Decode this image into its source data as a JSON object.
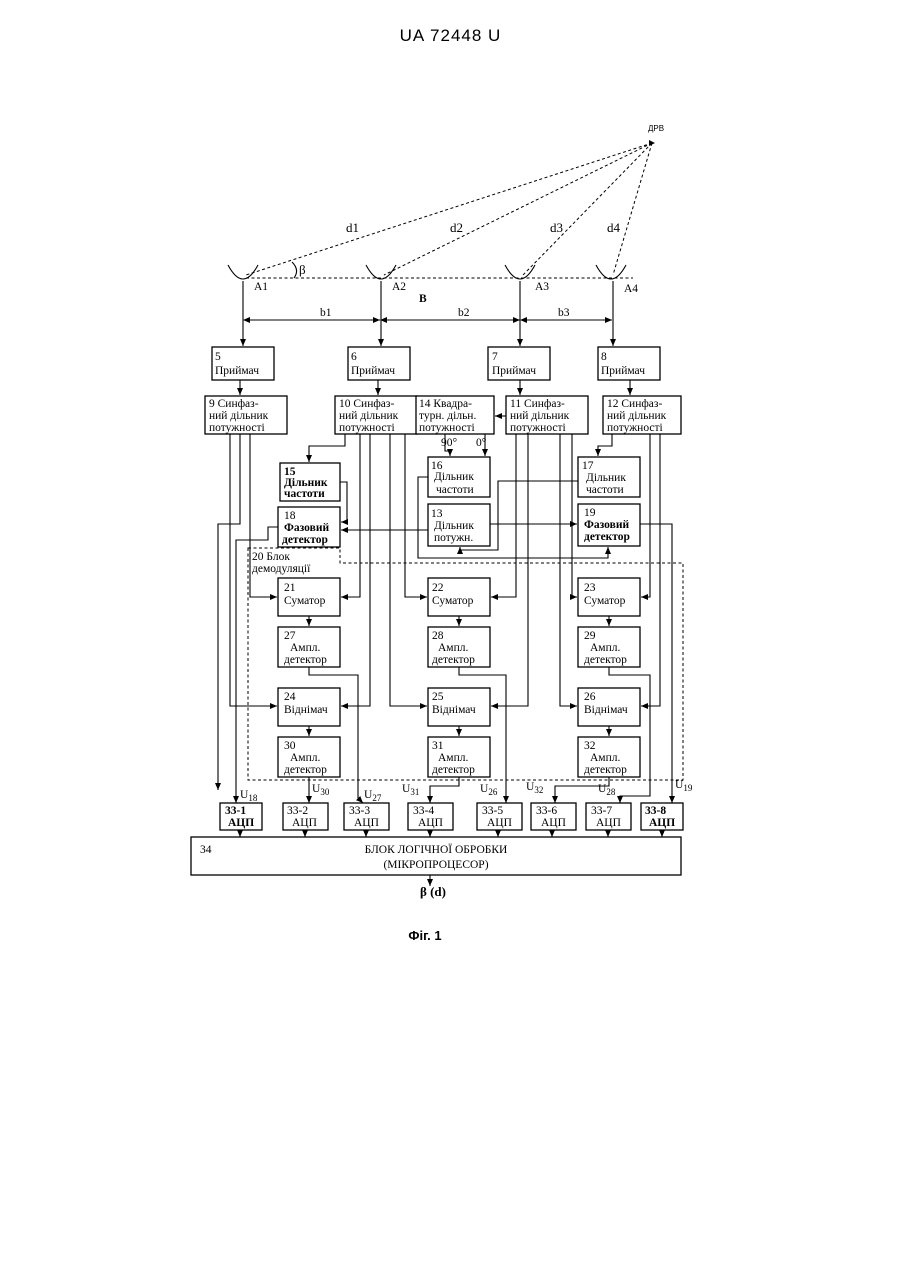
{
  "header": "UA   72448   U",
  "caption": "Фіг. 1",
  "source": "ДРВ",
  "distances": [
    "d1",
    "d2",
    "d3",
    "d4"
  ],
  "angle": "β",
  "antennas": [
    "A1",
    "A2",
    "A3",
    "A4"
  ],
  "base": "B",
  "bases": [
    "b1",
    "b2",
    "b3"
  ],
  "receivers": [
    {
      "num": "5",
      "label": "Приймач"
    },
    {
      "num": "6",
      "label": "Приймач"
    },
    {
      "num": "7",
      "label": "Приймач"
    },
    {
      "num": "8",
      "label": "Приймач"
    }
  ],
  "dividers": [
    {
      "l1": "9  Синфаз-",
      "l2": "ний дільник",
      "l3": "потужності"
    },
    {
      "l1": "10  Синфаз-",
      "l2": "ний дільник",
      "l3": "потужності"
    },
    {
      "l1": "11  Синфаз-",
      "l2": "ний дільник",
      "l3": "потужності"
    },
    {
      "l1": "12  Синфаз-",
      "l2": "ний дільник",
      "l3": "потужності"
    }
  ],
  "quad": {
    "l1": "14 Квадра-",
    "l2": "турн. дільн.",
    "l3": "потужності",
    "p90": "90°",
    "p0": "0°"
  },
  "freq": [
    {
      "num": "15",
      "l1": "Дільник",
      "l2": "частоти"
    },
    {
      "num": "16",
      "l1": "Дільник",
      "l2": "частоти"
    },
    {
      "num": "17",
      "l1": "Дільник",
      "l2": "частоти"
    }
  ],
  "pdiv13": {
    "num": "13",
    "l1": "Дільник",
    "l2": "потужн."
  },
  "phase": [
    {
      "num": "18",
      "l1": "Фазовий",
      "l2": "детектор"
    },
    {
      "num": "19",
      "l1": "Фазовий",
      "l2": "детектор"
    }
  ],
  "demod": {
    "l1": "20 Блок",
    "l2": "демодуляції"
  },
  "adders": [
    {
      "num": "21",
      "label": "Суматор"
    },
    {
      "num": "22",
      "label": "Суматор"
    },
    {
      "num": "23",
      "label": "Суматор"
    }
  ],
  "ampdet1": [
    {
      "num": "27",
      "l1": "Ампл.",
      "l2": "детектор"
    },
    {
      "num": "28",
      "l1": "Ампл.",
      "l2": "детектор"
    },
    {
      "num": "29",
      "l1": "Ампл.",
      "l2": "детектор"
    }
  ],
  "subtractors": [
    {
      "num": "24",
      "label": "Віднімач"
    },
    {
      "num": "25",
      "label": "Віднімач"
    },
    {
      "num": "26",
      "label": "Віднімач"
    }
  ],
  "ampdet2": [
    {
      "num": "30",
      "l1": "Ампл.",
      "l2": "детектор"
    },
    {
      "num": "31",
      "l1": "Ампл.",
      "l2": "детектор"
    },
    {
      "num": "32",
      "l1": "Ампл.",
      "l2": "детектор"
    }
  ],
  "signals": [
    {
      "base": "U",
      "sub": "18"
    },
    {
      "base": "U",
      "sub": "30"
    },
    {
      "base": "U",
      "sub": "27"
    },
    {
      "base": "U",
      "sub": "31"
    },
    {
      "base": "U",
      "sub": "26"
    },
    {
      "base": "U",
      "sub": "32"
    },
    {
      "base": "U",
      "sub": "28"
    },
    {
      "base": "U",
      "sub": "19"
    }
  ],
  "adc": [
    {
      "num": "33-1",
      "label": "АЦП"
    },
    {
      "num": "33-2",
      "label": "АЦП"
    },
    {
      "num": "33-3",
      "label": "АЦП"
    },
    {
      "num": "33-4",
      "label": "АЦП"
    },
    {
      "num": "33-5",
      "label": "АЦП"
    },
    {
      "num": "33-6",
      "label": "АЦП"
    },
    {
      "num": "33-7",
      "label": "АЦП"
    },
    {
      "num": "33-8",
      "label": "АЦП"
    }
  ],
  "logic": {
    "num": "34",
    "l1": "БЛОК ЛОГІЧНОЇ ОБРОБКИ",
    "l2": "(МІКРОПРОЦЕСОР)"
  },
  "output": "β (d)"
}
